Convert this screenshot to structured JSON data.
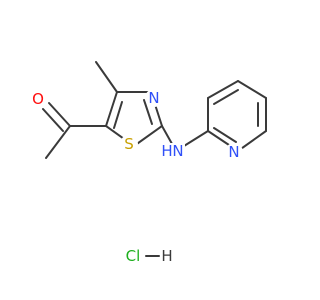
{
  "molecule": {
    "atoms": {
      "oxygen": {
        "label": "O",
        "color": "#ff0d0d"
      },
      "thiazole_n": {
        "label": "N",
        "color": "#3050f8"
      },
      "sulfur": {
        "label": "S",
        "color": "#c8a000"
      },
      "amine_n": {
        "label": "N",
        "color": "#3050f8"
      },
      "amine_h": {
        "label": "H",
        "color": "#3050f8"
      },
      "pyridine_n": {
        "label": "N",
        "color": "#3050f8"
      }
    },
    "salt": {
      "cl": {
        "label": "Cl",
        "color": "#1fb01f"
      },
      "h": {
        "label": "H",
        "color": "#3a3a3a"
      }
    }
  },
  "colors": {
    "bond": "#3a3a3a",
    "background": "#ffffff"
  }
}
